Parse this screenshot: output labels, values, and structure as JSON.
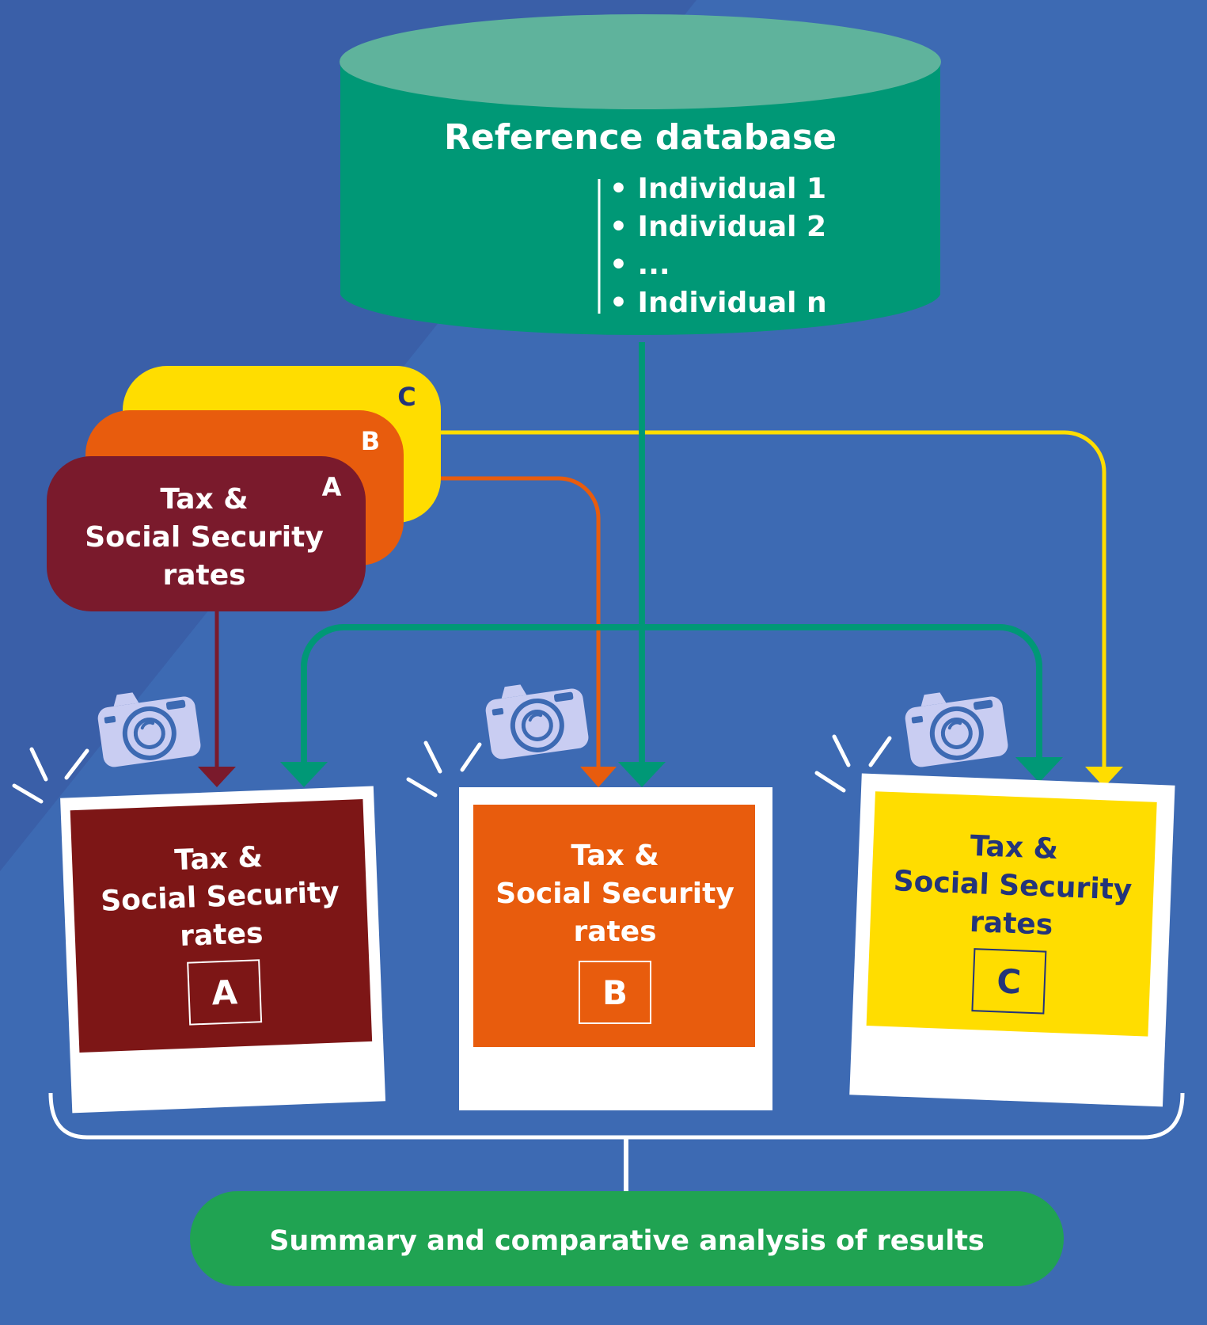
{
  "colors": {
    "background": "#3d6ab3",
    "background_shade": "#3a5fa8",
    "database_body": "#009876",
    "database_top": "#5fb39c",
    "scenario_a": "#7a1a2c",
    "scenario_a_photo": "#7d1616",
    "scenario_b": "#e85c0d",
    "scenario_c": "#ffdd00",
    "dark_text": "#23347a",
    "summary": "#20a352",
    "camera": "#c9cdf2"
  },
  "database": {
    "title": "Reference database",
    "items": [
      "• Individual 1",
      "• Individual 2",
      "• ...",
      "• Individual n"
    ]
  },
  "rate_cards": {
    "line1": "Tax &",
    "line2": "Social Security",
    "line3": "rates",
    "labels": [
      "A",
      "B",
      "C"
    ]
  },
  "photos": [
    {
      "line1": "Tax &",
      "line2": "Social Security",
      "line3": "rates",
      "label": "A"
    },
    {
      "line1": "Tax &",
      "line2": "Social Security",
      "line3": "rates",
      "label": "B"
    },
    {
      "line1": "Tax &",
      "line2": "Social Security",
      "line3": "rates",
      "label": "C"
    }
  ],
  "icons": [
    "camera-icon",
    "sparkle-lines-icon",
    "arrow-down-icon"
  ],
  "summary": {
    "label": "Summary and comparative analysis of results"
  }
}
